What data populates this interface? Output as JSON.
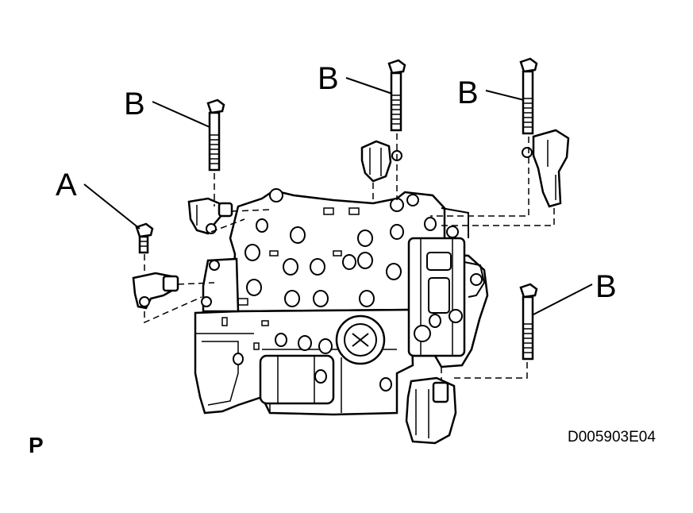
{
  "diagram": {
    "callouts": {
      "b1": "B",
      "b2": "B",
      "b3": "B",
      "b4": "B",
      "a": "A"
    },
    "code": "D005903E04",
    "corner_mark": "P"
  }
}
